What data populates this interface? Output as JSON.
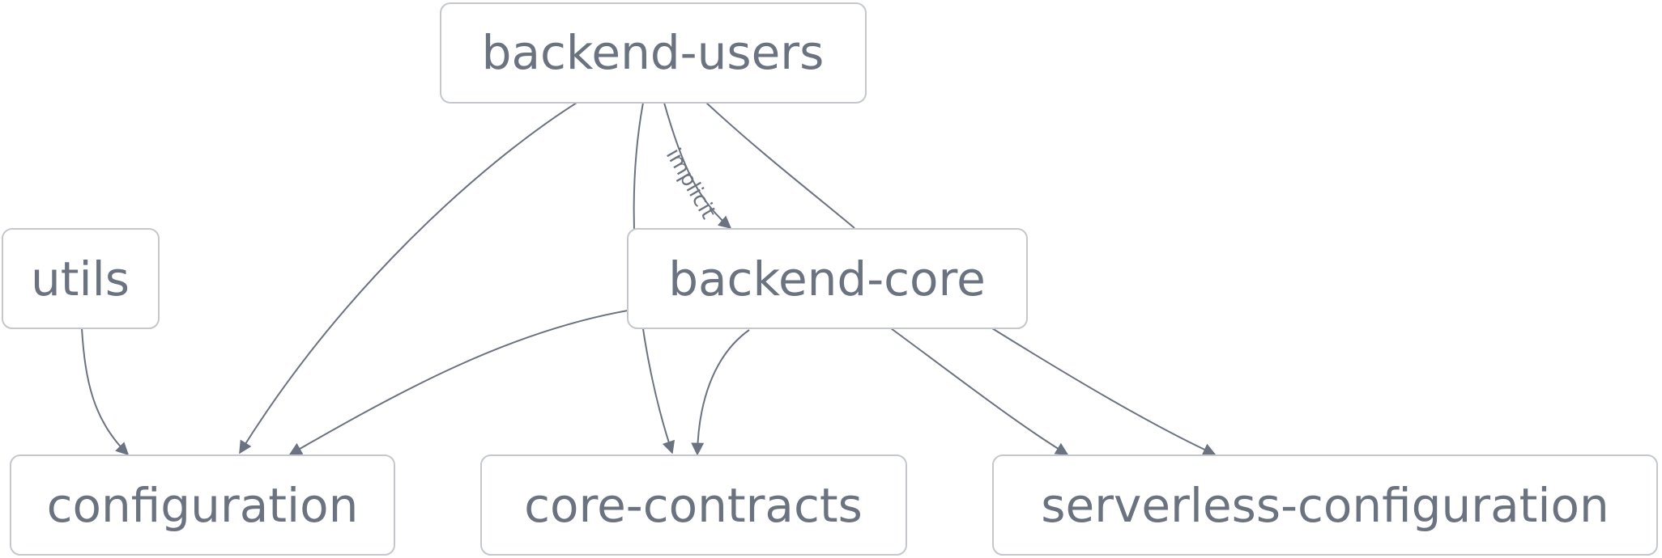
{
  "nodes": {
    "backend_users": "backend-users",
    "utils": "utils",
    "backend_core": "backend-core",
    "configuration": "configuration",
    "core_contracts": "core-contracts",
    "serverless_configuration": "serverless-configuration"
  },
  "edges": [
    {
      "from": "backend-users",
      "to": "configuration",
      "label": ""
    },
    {
      "from": "backend-users",
      "to": "core-contracts",
      "label": ""
    },
    {
      "from": "backend-users",
      "to": "backend-core",
      "label": "implicit"
    },
    {
      "from": "backend-users",
      "to": "serverless-configuration",
      "label": ""
    },
    {
      "from": "utils",
      "to": "configuration",
      "label": ""
    },
    {
      "from": "backend-core",
      "to": "configuration",
      "label": ""
    },
    {
      "from": "backend-core",
      "to": "core-contracts",
      "label": ""
    },
    {
      "from": "backend-core",
      "to": "serverless-configuration",
      "label": ""
    }
  ],
  "colors": {
    "node_border": "#c4c7cc",
    "node_text": "#6b7280",
    "edge": "#6b7280",
    "background": "#ffffff"
  }
}
